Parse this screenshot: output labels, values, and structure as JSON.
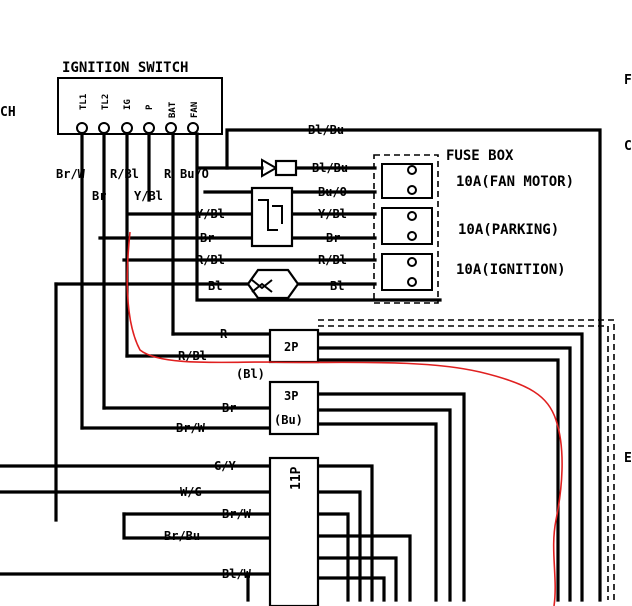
{
  "ignition_switch": {
    "title": "IGNITION SWITCH",
    "terminals": [
      "TL1",
      "TL2",
      "IG",
      "P",
      "BAT",
      "FAN"
    ]
  },
  "fuse_box": {
    "title": "FUSE BOX",
    "fuses": [
      "10A(FAN MOTOR)",
      "10A(PARKING)",
      "10A(IGNITION)"
    ]
  },
  "connectors": {
    "c2p": "2P",
    "c2p_color": "(Bl)",
    "c3p": "3P",
    "c3p_color": "(Bu)",
    "c11p": "11P"
  },
  "wire_labels": {
    "br_w_top": "Br/W",
    "r_bl_top": "R/Bl",
    "r_top": "R",
    "bu_o_top": "Bu/O",
    "br_left": "Br",
    "y_bl_left": "Y/Bl",
    "bl_bu_top": "Bl/Bu",
    "bl_bu_mid": "Bl/Bu",
    "bu_o_mid": "Bu/O",
    "y_bl_inner": "Y/Bl",
    "y_bl_right": "Y/Bl",
    "br_inner": "Br",
    "br_right": "Br",
    "r_bl_inner": "R/Bl",
    "r_bl_right": "R/Bl",
    "bl_inner": "Bl",
    "bl_right": "Bl",
    "r_to_2p": "R",
    "r_bl_to_2p": "R/Bl",
    "br_to_3p": "Br",
    "br_w_to_3p": "Br/W",
    "g_y": "G/Y",
    "w_g": "W/G",
    "br_w_low": "Br/W",
    "br_bu": "Br/Bu",
    "bl_w": "Bl/W"
  },
  "edge_labels": {
    "left_ch": "CH",
    "right_f": "F",
    "right_c": "C",
    "right_e": "E"
  }
}
